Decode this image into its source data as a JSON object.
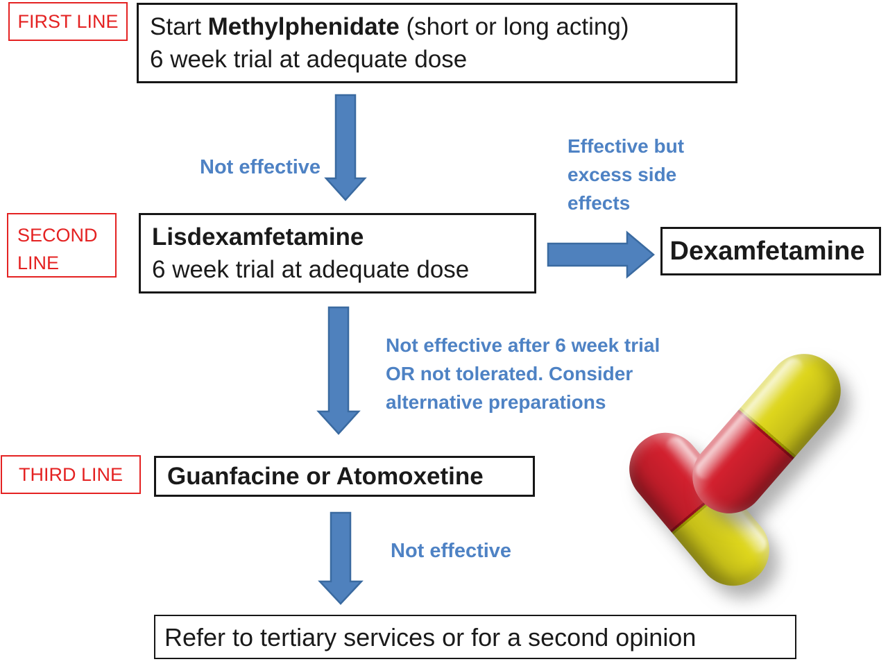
{
  "stages": {
    "first": {
      "label": "FIRST LINE",
      "line1_prefix": "Start ",
      "line1_drug": "Methylphenidate",
      "line1_suffix": " (short or long acting)",
      "line2": "6 week trial at adequate dose"
    },
    "second": {
      "label": "SECOND LINE",
      "line1": "Lisdexamfetamine",
      "line2": "6 week trial at adequate dose"
    },
    "third": {
      "label": "THIRD LINE",
      "line1": "Guanfacine or Atomoxetine"
    },
    "side_branch": {
      "box": "Dexamfetamine"
    },
    "final": {
      "line1": "Refer to tertiary services or for a second opinion"
    }
  },
  "arrow_labels": {
    "down1": "Not effective",
    "side_lines": [
      "Effective but",
      "excess side",
      "effects"
    ],
    "down2_lines": [
      "Not effective after 6 week trial",
      "OR not tolerated. Consider",
      "alternative preparations"
    ],
    "down3": "Not effective"
  },
  "icons": {
    "pills": "red-yellow-capsule-pills"
  },
  "colors": {
    "label_red": "#e42222",
    "box_border": "#161616",
    "text_black": "#1a1a1a",
    "blue_text": "#4e82c4",
    "arrow_fill": "#4f81bd",
    "arrow_stroke": "#3a6aa0",
    "pill_red": "#d2202e",
    "pill_yellow": "#ddd51c"
  }
}
